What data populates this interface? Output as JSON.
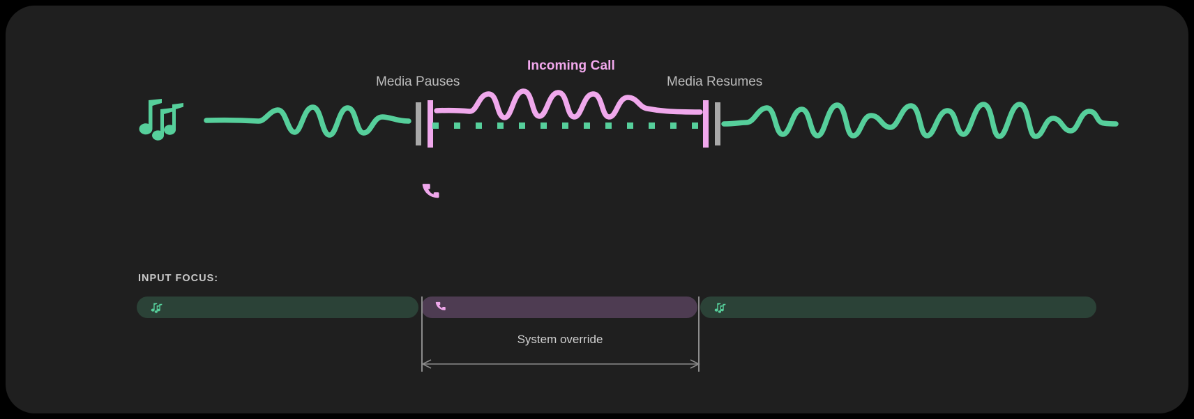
{
  "theme": {
    "background": "#000000",
    "card_background": "#1f1f1f",
    "media_green": "#56cf9b",
    "call_pink": "#f0a8ec",
    "marker_gray": "#a8a8a8",
    "label_gray": "#bdbdbd",
    "bar_green_bg": "#2b4237",
    "bar_purple_bg": "#4e3c52"
  },
  "timeline": {
    "labels": {
      "incoming_call": "Incoming Call",
      "media_pauses": "Media Pauses",
      "media_resumes": "Media Resumes"
    },
    "icons": {
      "music": "music-notes-icon",
      "call": "phone-icon"
    },
    "segments": [
      {
        "name": "media-before",
        "source": "media",
        "state": "playing"
      },
      {
        "name": "call-interrupt",
        "source": "call",
        "state": "active"
      },
      {
        "name": "media-after",
        "source": "media",
        "state": "playing"
      }
    ]
  },
  "focus": {
    "heading": "INPUT FOCUS:",
    "bars": [
      {
        "id": "media-a",
        "icon": "music-notes-icon",
        "owner": "media"
      },
      {
        "id": "call",
        "icon": "phone-icon",
        "owner": "call"
      },
      {
        "id": "media-b",
        "icon": "music-notes-icon",
        "owner": "media"
      }
    ],
    "override": {
      "label": "System override",
      "arrow": "double-headed-arrow"
    }
  }
}
